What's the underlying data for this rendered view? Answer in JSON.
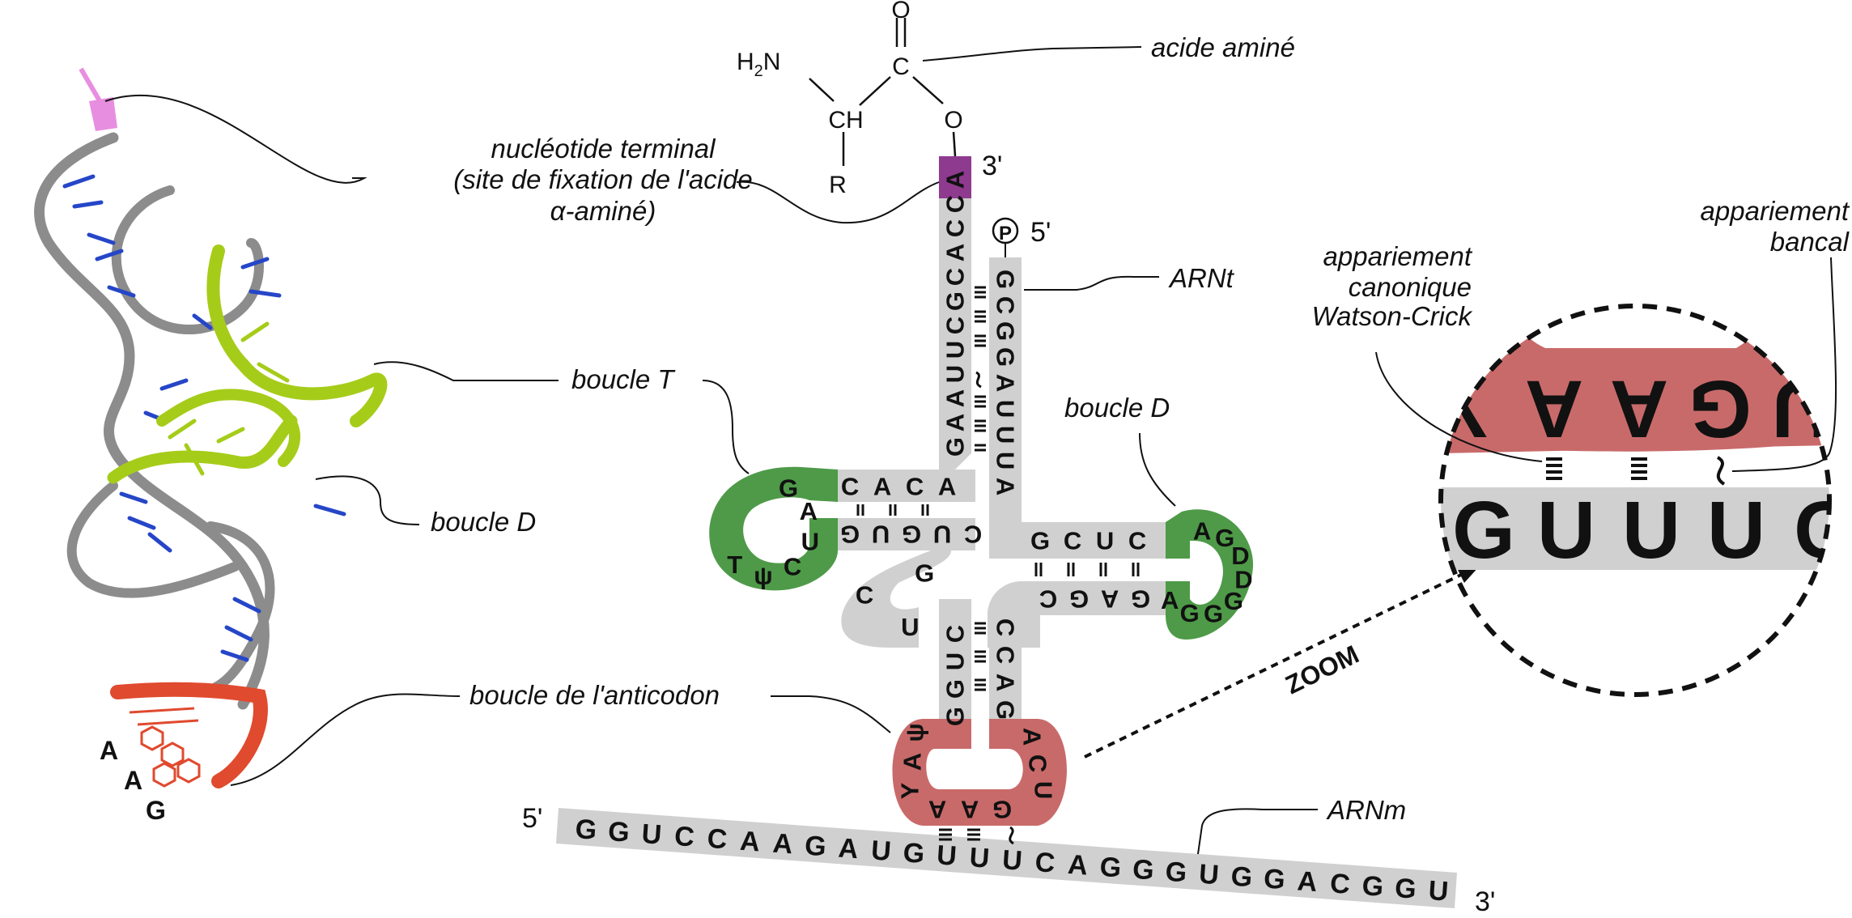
{
  "labels": {
    "acide_amine": "acide aminé",
    "nucleotide_line1": "nucléotide terminal",
    "nucleotide_line2": "(site de fixation de l'acide",
    "nucleotide_line3": "α-aminé)",
    "arnt": "ARNt",
    "boucle_t": "boucle T",
    "boucle_d_left": "boucle D",
    "boucle_d_right": "boucle D",
    "boucle_anticodon": "boucle de l'anticodon",
    "arnm": "ARNm",
    "app_canon_line1": "appariement",
    "app_canon_line2": "canonique",
    "app_canon_line3": "Watson-Crick",
    "app_bancal_line1": "appariement",
    "app_bancal_line2": "bancal",
    "zoom": "ZOOM"
  },
  "chemistry": {
    "O_top": "O",
    "C": "C",
    "H2N": "H",
    "H2N_sub": "2",
    "H2N_N": "N",
    "CH": "CH",
    "O_ester": "O",
    "R": "R"
  },
  "ends": {
    "trna_3": "3'",
    "trna_5": "5'",
    "phosphate": "P",
    "mrna_5": "5'",
    "mrna_3": "3'"
  },
  "structure3d": {
    "anticodon_letters": [
      "A",
      "A",
      "G"
    ]
  },
  "trna": {
    "acceptor_3_strand": "ACCACGCUUAAG",
    "acceptor_5_strand": "GCGGAUUUA",
    "t_arm_top": "CACA",
    "t_arm_bottom": "GUGUC",
    "t_loop": "GAUCψT",
    "variable": "GUC",
    "d_arm_top": "GCUC",
    "d_arm_bottom": "CGAG",
    "d_loop": "AGDDGGGA",
    "anticodon_stem_left": "GGUC",
    "anticodon_stem_right": "CCAG",
    "anticodon_loop": "ψAY",
    "anticodon": "AAG",
    "anticodon_loop_right": "ACU"
  },
  "mrna": {
    "sequence": [
      "G",
      "G",
      "U",
      "C",
      "C",
      "A",
      "A",
      "G",
      "A",
      "U",
      "G",
      "U",
      "U",
      "U",
      "C",
      "A",
      "G",
      "G",
      "G",
      "U",
      "G",
      "G",
      "A",
      "C",
      "G",
      "G",
      "U"
    ]
  },
  "zoom": {
    "trna_letters": [
      "Y",
      "A",
      "A",
      "G",
      "U"
    ],
    "mrna_letters": [
      "G",
      "U",
      "U",
      "U",
      "G"
    ]
  },
  "colors": {
    "stem_gray": "#d0d0d0",
    "t_loop_green": "#4e9a48",
    "d_loop_green": "#4e9a48",
    "anticodon_red": "#c96a6a",
    "terminal_purple": "#8e3a8e",
    "ribbon_gray": "#8c8c8c",
    "ribbon_green": "#a6cc1a",
    "ribbon_red": "#e04a2e",
    "base_blue": "#2646c8",
    "pink_tip": "#e88ee0"
  }
}
